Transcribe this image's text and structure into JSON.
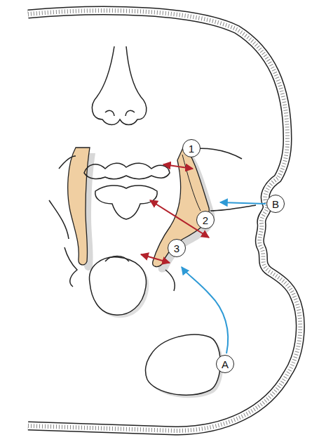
{
  "diagram": {
    "nodes": [
      {
        "text": [
          "1"
        ]
      },
      {
        "text": [
          "B"
        ]
      },
      {
        "text": [
          "2"
        ]
      },
      {
        "text": [
          "3"
        ]
      },
      {
        "text": [
          "A"
        ]
      }
    ]
  }
}
